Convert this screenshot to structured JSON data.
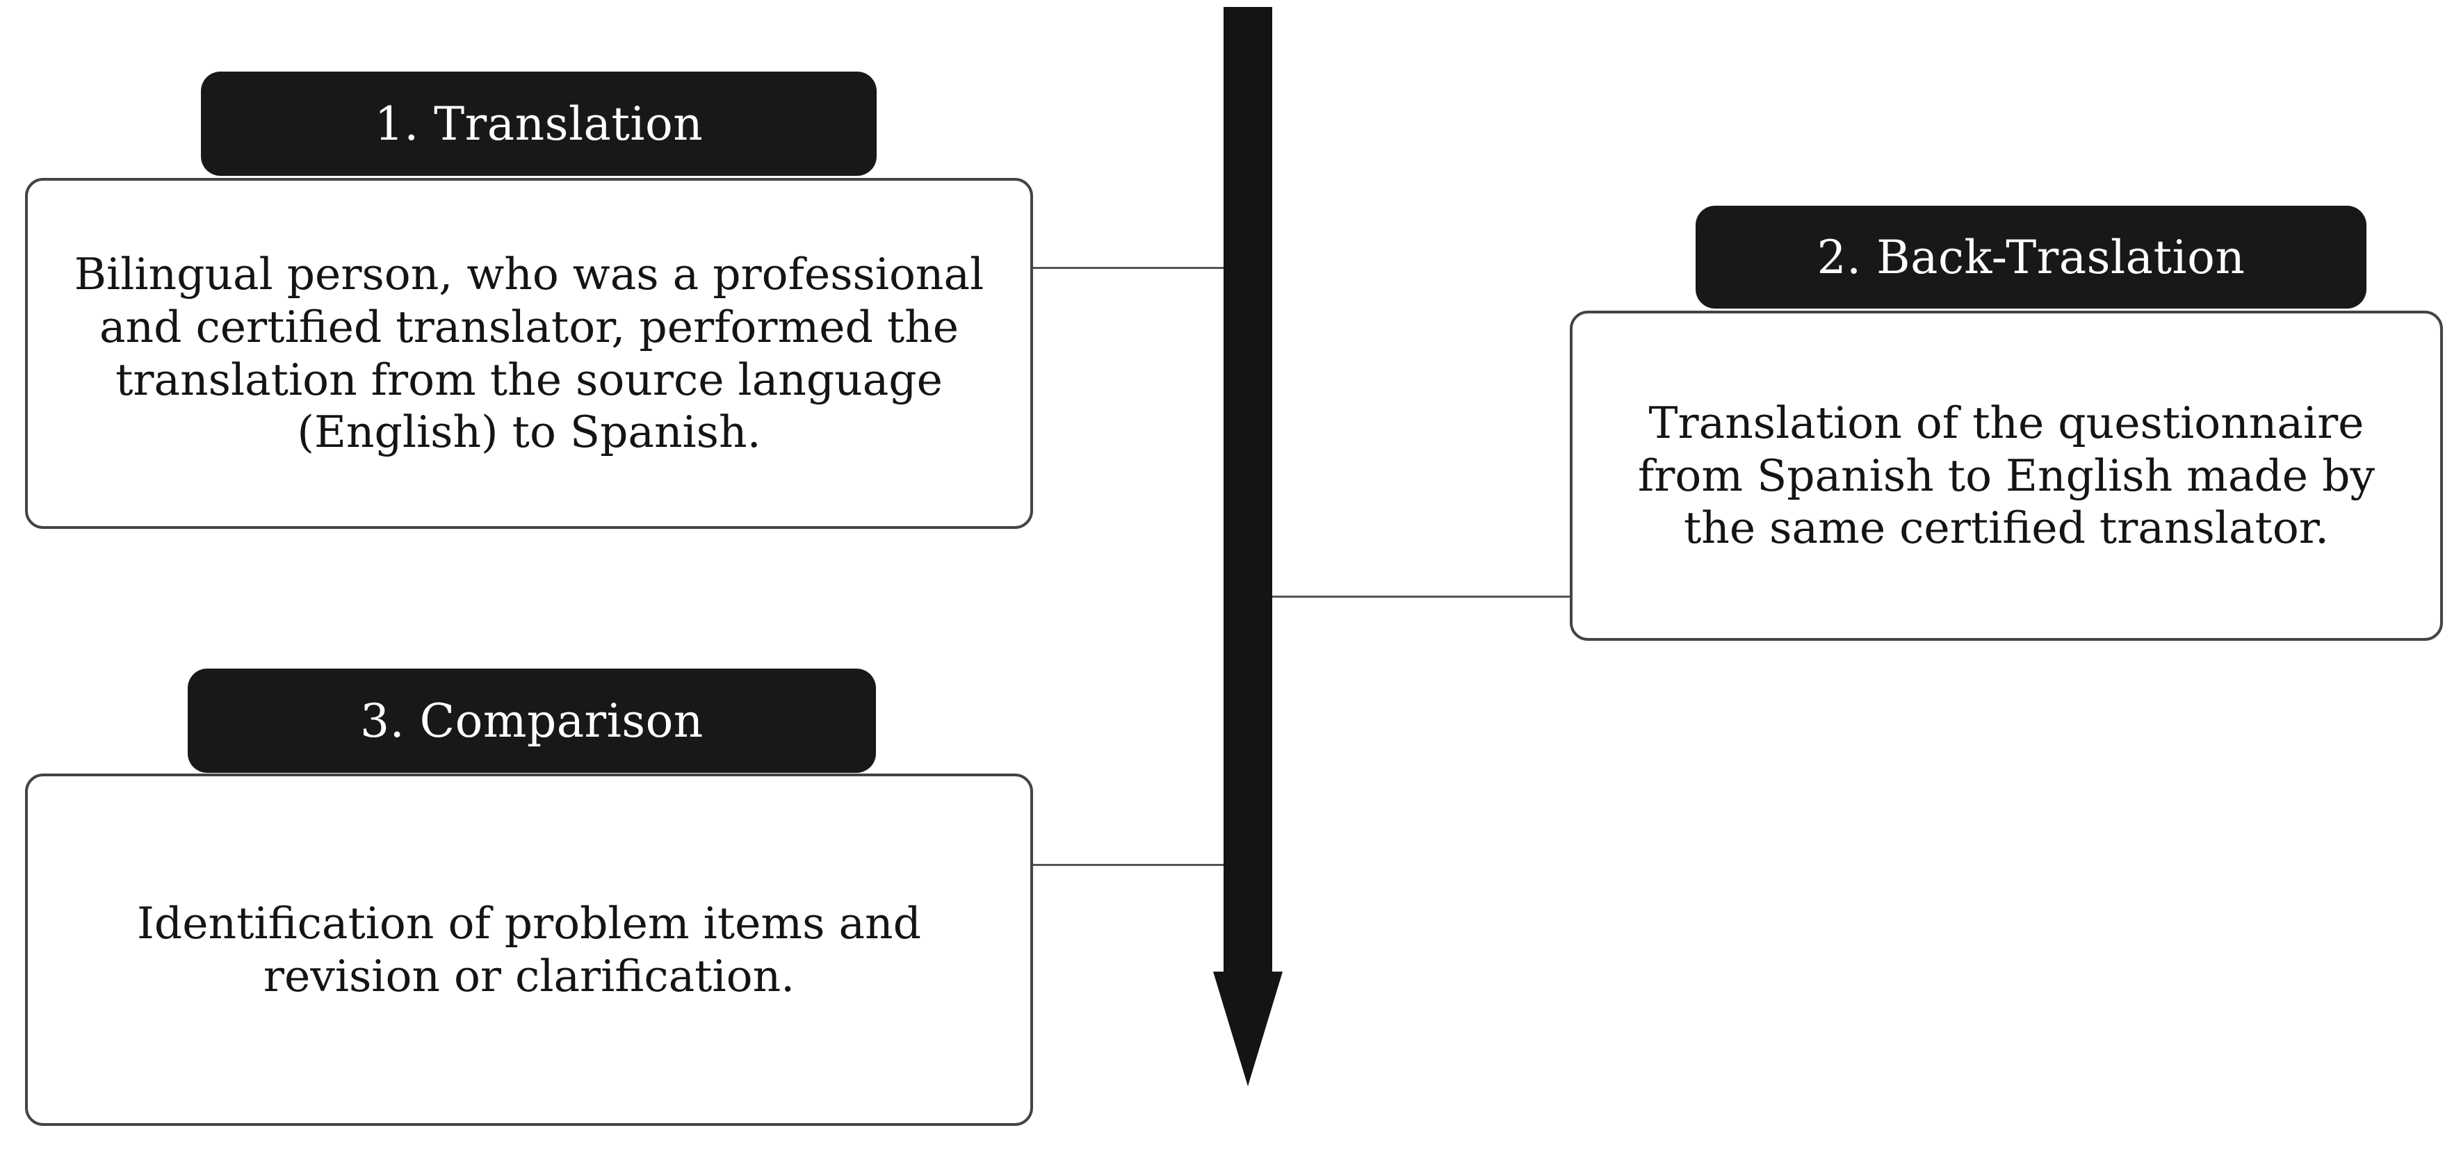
{
  "steps": [
    {
      "title": "1.  Translation",
      "text": "Bilingual person, who was a professional and certified translator, performed the translation from the source language (English) to Spanish."
    },
    {
      "title": "2. Back-Traslation",
      "text": "Translation of the questionnaire from Spanish to English made by the same certified translator."
    },
    {
      "title": "3. Comparison",
      "text": "Identification of problem items and revision or clarification."
    }
  ],
  "colors": {
    "header_fill": "#181818",
    "header_text": "#ffffff",
    "box_border": "#444444",
    "arrow": "#141414",
    "connector": "#555555"
  }
}
